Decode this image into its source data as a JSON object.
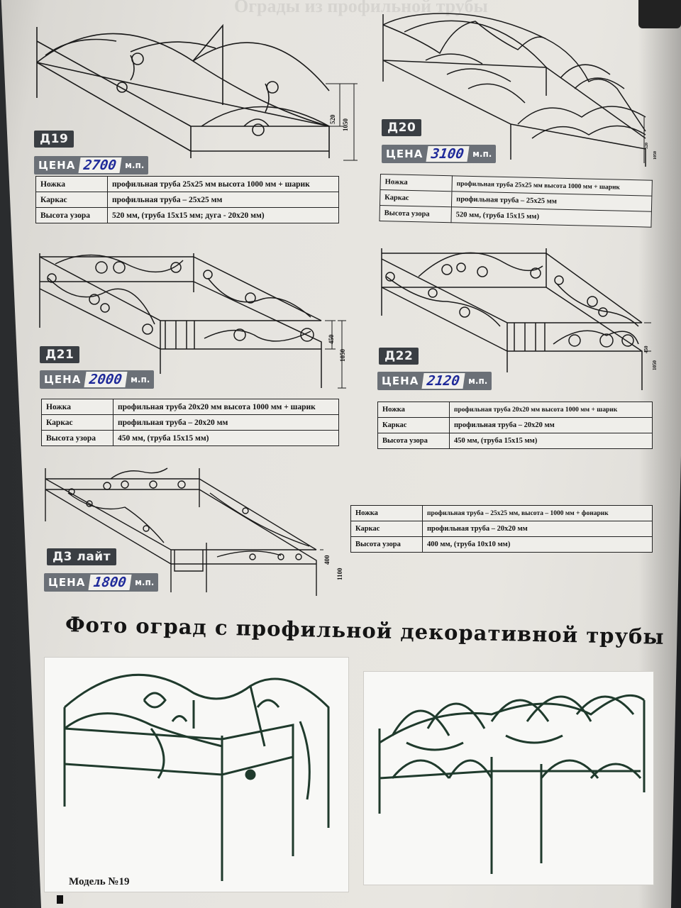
{
  "catalog": {
    "items": [
      {
        "code": "Д19",
        "price_label": "ЦЕНА",
        "price_value": "2700",
        "price_unit": "м.п.",
        "dims": {
          "pattern": "520",
          "total": "1050"
        },
        "specs": [
          {
            "key": "Ножка",
            "value": "профильная труба 25х25 мм высота 1000 мм + шарик"
          },
          {
            "key": "Каркас",
            "value": "профильная труба – 25х25 мм"
          },
          {
            "key": "Высота узора",
            "value": "520 мм, (труба 15х15 мм; дуга - 20х20 мм)"
          }
        ]
      },
      {
        "code": "Д20",
        "price_label": "ЦЕНА",
        "price_value": "3100",
        "price_unit": "м.п.",
        "dims": {
          "pattern": "520",
          "total": "1050"
        },
        "specs": [
          {
            "key": "Ножка",
            "value": "профильная труба 25х25 мм высота 1000 мм + шарик"
          },
          {
            "key": "Каркас",
            "value": "профильная труба – 25х25 мм"
          },
          {
            "key": "Высота узора",
            "value": "520 мм, (труба 15х15 мм)"
          }
        ]
      },
      {
        "code": "Д21",
        "price_label": "ЦЕНА",
        "price_value": "2000",
        "price_unit": "м.п.",
        "dims": {
          "pattern": "450",
          "total": "1050"
        },
        "specs": [
          {
            "key": "Ножка",
            "value": "профильная труба 20х20 мм высота 1000 мм + шарик"
          },
          {
            "key": "Каркас",
            "value": "профильная труба – 20х20 мм"
          },
          {
            "key": "Высота узора",
            "value": "450 мм, (труба 15х15 мм)"
          }
        ]
      },
      {
        "code": "Д22",
        "price_label": "ЦЕНА",
        "price_value": "2120",
        "price_unit": "м.п.",
        "dims": {
          "pattern": "450",
          "total": "1050"
        },
        "specs": [
          {
            "key": "Ножка",
            "value": "профильная труба 20х20 мм высота 1000 мм + шарик"
          },
          {
            "key": "Каркас",
            "value": "профильная труба – 20х20 мм"
          },
          {
            "key": "Высота узора",
            "value": "450 мм, (труба 15х15 мм)"
          }
        ]
      },
      {
        "code": "Д3 лайт",
        "price_label": "ЦЕНА",
        "price_value": "1800",
        "price_unit": "м.п.",
        "dims": {
          "pattern": "400",
          "total": "1100"
        },
        "specs": [
          {
            "key": "Ножка",
            "value": "профильная труба – 25х25 мм, высота – 1000 мм + фонарик"
          },
          {
            "key": "Каркас",
            "value": "профильная труба – 20х20 мм"
          },
          {
            "key": "Высота узора",
            "value": "400 мм, (труба 10х10 мм)"
          }
        ]
      }
    ]
  },
  "section": {
    "heading": "Фото оград с профильной декоративной трубы",
    "photo_caption": "Модель №19"
  },
  "colors": {
    "paper": "#e6e4df",
    "price_bg": "#6b7077",
    "code_bg": "#3a3e43",
    "handwriting": "#1f2a9a",
    "fence_dark": "#1f3a2c"
  }
}
